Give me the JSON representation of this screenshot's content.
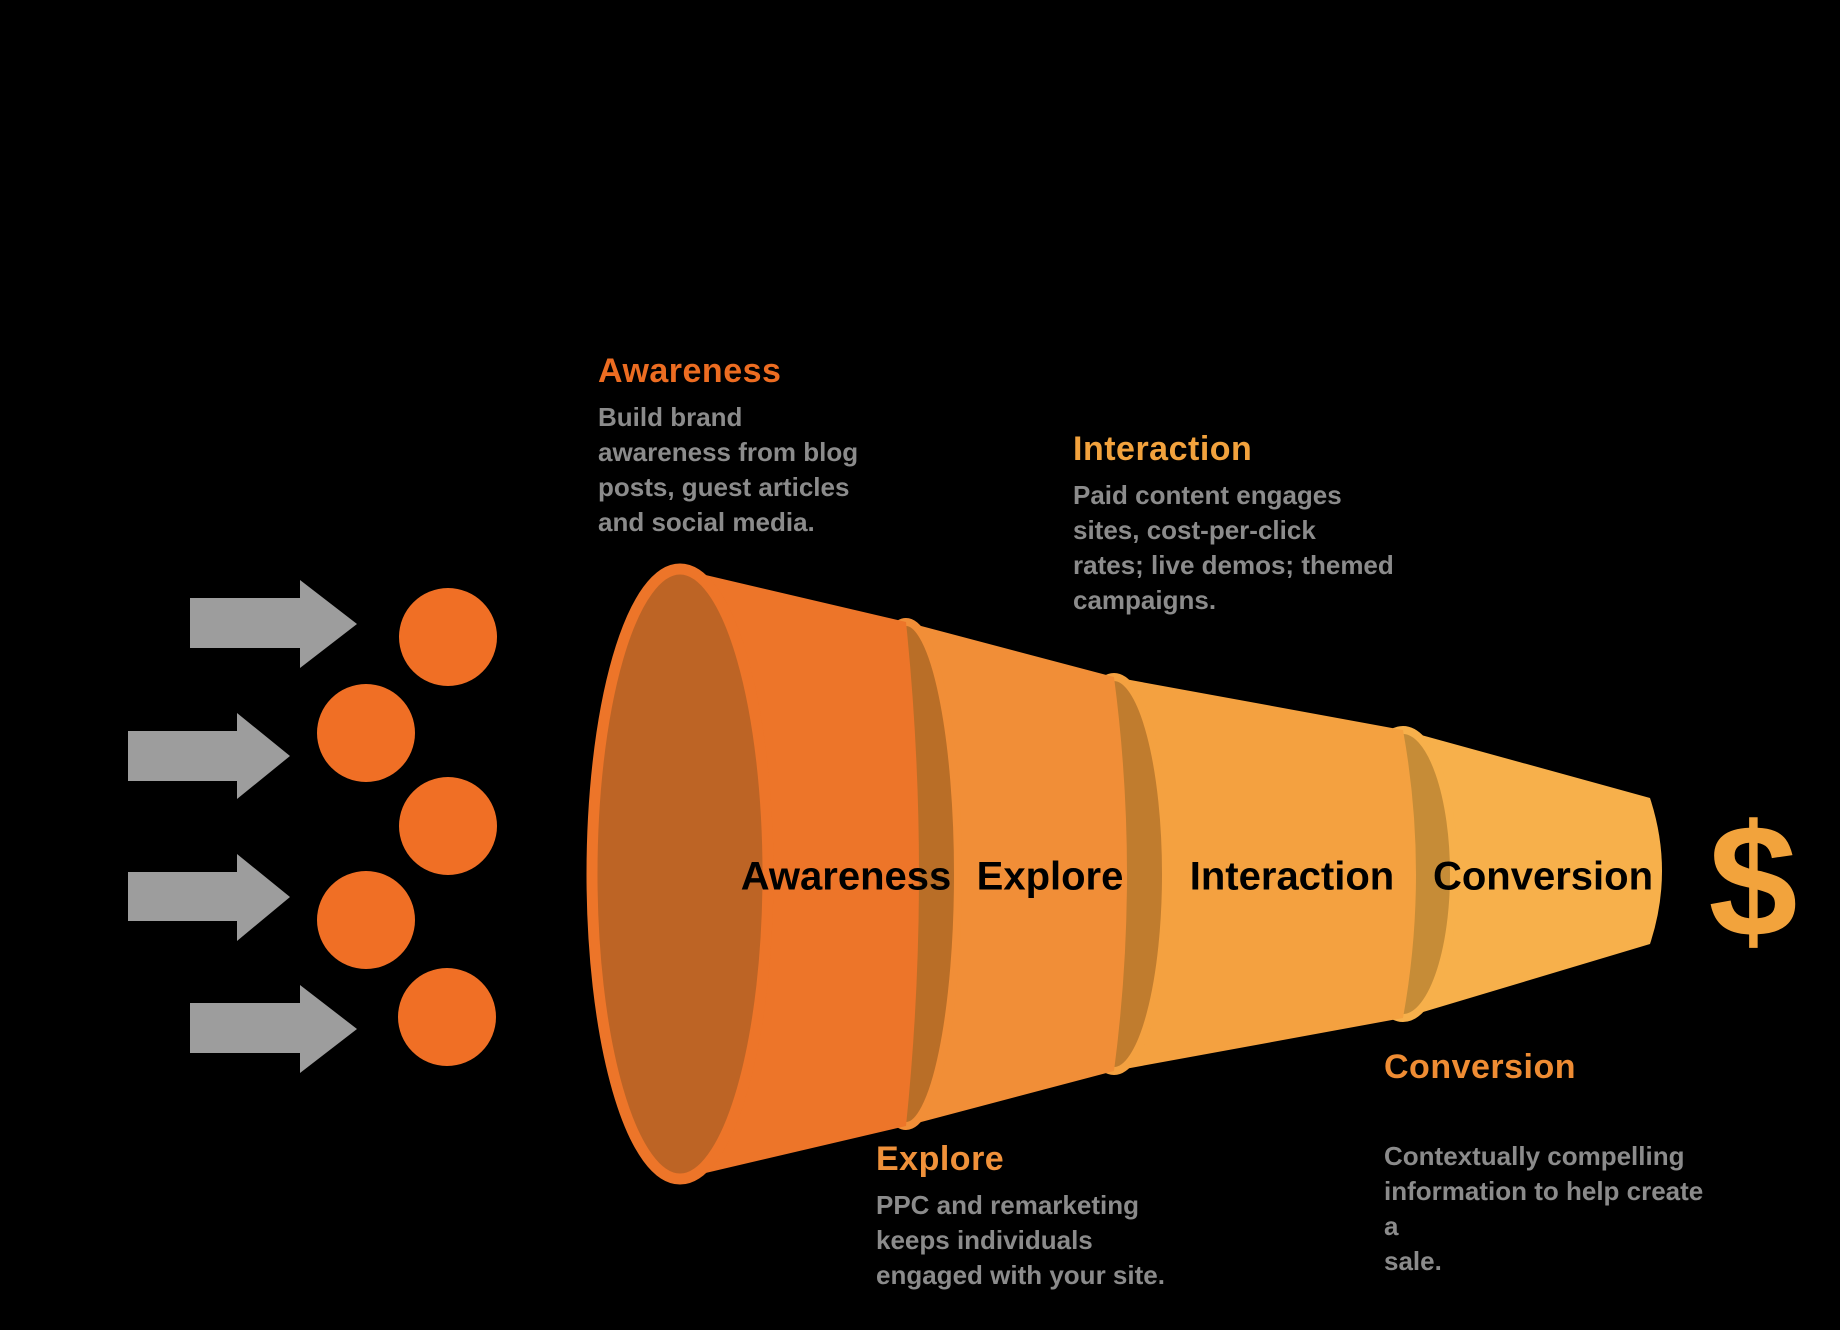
{
  "background_color": "#000000",
  "annotations": {
    "awareness": {
      "heading": "Awareness",
      "heading_color": "#EC6C21",
      "body": "Build brand\nawareness from blog\nposts, guest articles\nand social media."
    },
    "interaction": {
      "heading": "Interaction",
      "heading_color": "#F2A23D",
      "body": "Paid content engages\nsites, cost-per-click\nrates; live demos; themed\ncampaigns."
    },
    "explore": {
      "heading": "Explore",
      "heading_color": "#F0913A",
      "body": "PPC and remarketing\nkeeps individuals\nengaged with your site."
    },
    "conversion": {
      "heading": "Conversion",
      "heading_color": "#EF8C33",
      "body": "Contextually compelling\ninformation to help create a\nsale."
    }
  },
  "funnel": {
    "stages": [
      {
        "label": "Awareness",
        "color": "#ED7529",
        "interior_color": "#BD6425"
      },
      {
        "label": "Explore",
        "color": "#F18E37",
        "interior_color": "#B96E27"
      },
      {
        "label": "Interaction",
        "color": "#F4A140",
        "interior_color": "#C07C2E"
      },
      {
        "label": "Conversion",
        "color": "#F7B04B",
        "interior_color": "#C68C37"
      }
    ],
    "label_text_color": "#000000"
  },
  "inputs": {
    "arrow_color": "#9D9D9D",
    "dot_color": "#F06F25",
    "arrow_count": 4,
    "dot_count": 5
  },
  "output": {
    "currency_symbol": "$",
    "color": "#F2A33C"
  },
  "body_text_color": "#8B8B8B"
}
